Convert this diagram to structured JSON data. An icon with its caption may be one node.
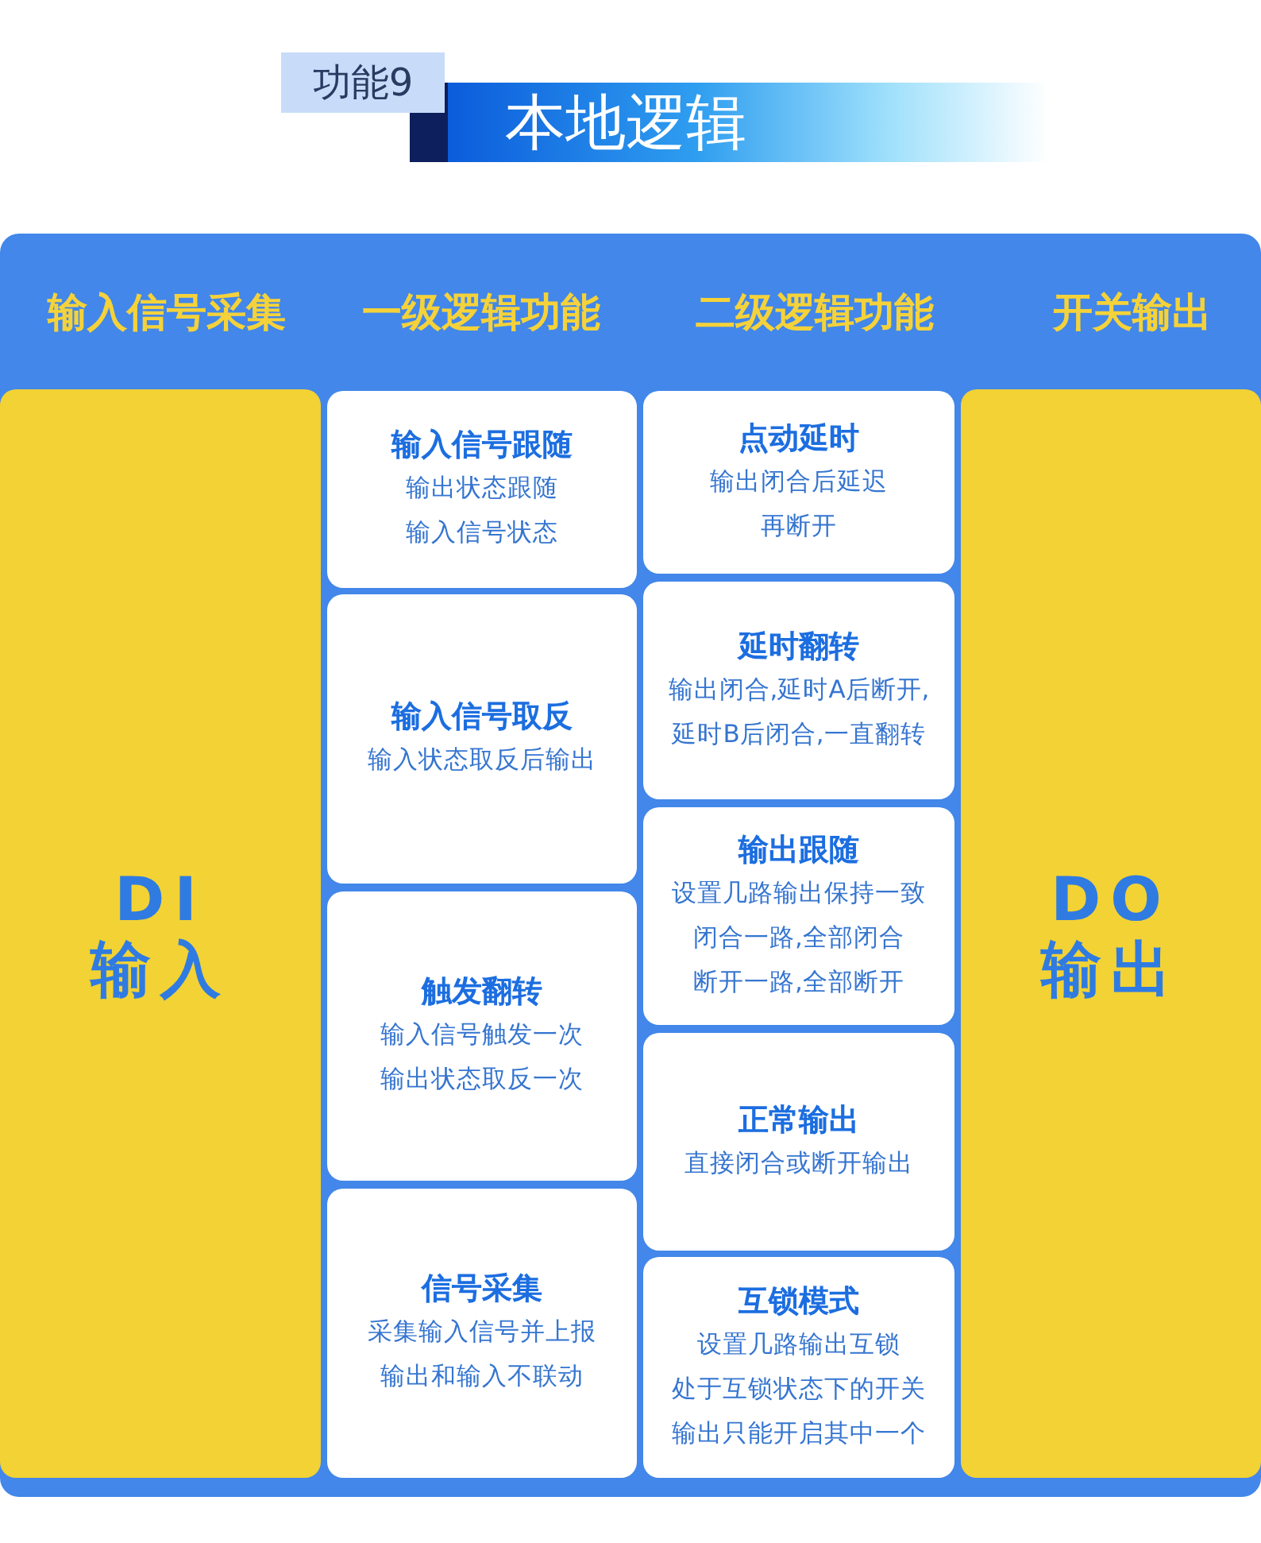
{
  "diagram": {
    "title": "本地逻辑",
    "nodes": [
      {
        "text": [
          "功能9"
        ]
      },
      {
        "text": [
          "输入信号采集",
          "一级逻辑功能",
          "二级逻辑功能",
          "开关输出"
        ]
      },
      {
        "text": [
          "DI 输入"
        ],
        "in": 1
      },
      {
        "text": [
          "输入信号跟随",
          "输出状态跟随输入信号状态"
        ],
        "in": 1
      },
      {
        "text": [
          "输入信号取反",
          "输入状态取反后输出"
        ],
        "in": 1
      },
      {
        "text": [
          "触发翻转",
          "输入信号触发一次输出状态取反一次"
        ],
        "in": 1
      },
      {
        "text": [
          "信号采集",
          "采集输入信号并上报输出和输入不联动"
        ],
        "in": 1
      },
      {
        "text": [
          "点动延时",
          "输出闭合后延迟再断开"
        ],
        "in": 1
      },
      {
        "text": [
          "延时翻转",
          "输出闭合,延时A后断开,延时B后闭合,一直翻转"
        ],
        "in": 1
      },
      {
        "text": [
          "输出跟随",
          "设置几路输出保持一致",
          "闭合一路,全部闭合",
          "断开一路,全部断开"
        ],
        "in": 1
      },
      {
        "text": [
          "正常输出",
          "直接闭合或断开输出"
        ],
        "in": 1
      },
      {
        "text": [
          "互锁模式",
          "设置几路输出互锁",
          "处于互锁状态下的开关",
          "输出只能开启其中一个"
        ],
        "in": 1
      },
      {
        "text": [
          "DO 输出"
        ],
        "in": 1
      }
    ]
  }
}
